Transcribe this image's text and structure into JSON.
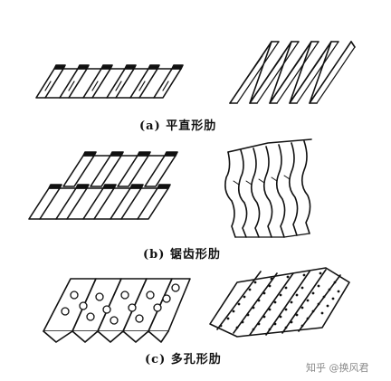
{
  "captions": {
    "a": "(a) 平直形肋",
    "b": "(b) 锯齿形肋",
    "c": "(c) 多孔形肋"
  },
  "watermark": "知乎 @换风君",
  "figures": [
    {
      "id": "plain-fin-offset-view",
      "name": "平直形肋"
    },
    {
      "id": "plain-fin-triangular-view",
      "name": "平直形肋"
    },
    {
      "id": "serrated-fin-3d-view",
      "name": "锯齿形肋"
    },
    {
      "id": "serrated-fin-wavy-view",
      "name": "锯齿形肋"
    },
    {
      "id": "perforated-fin-zigzag-view",
      "name": "多孔形肋"
    },
    {
      "id": "perforated-fin-dense-view",
      "name": "多孔形肋"
    }
  ],
  "colors": {
    "ink": "#111111",
    "paper": "#ffffff",
    "watermark": "#8a8a8a"
  }
}
